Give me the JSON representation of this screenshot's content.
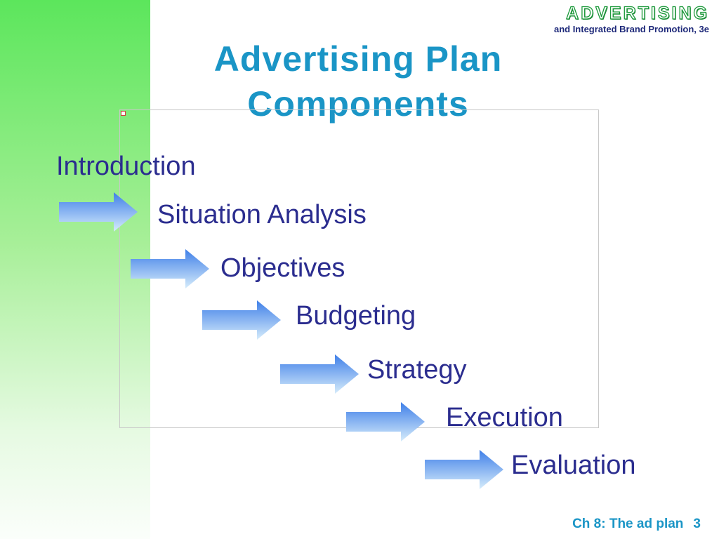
{
  "logo": {
    "word": "ADVERTISING",
    "subtitle": "and Integrated Brand Promotion, 3e"
  },
  "slide": {
    "title_line1": "Advertising Plan",
    "title_line2": "Components",
    "steps": [
      "Introduction",
      "Situation Analysis",
      "Objectives",
      "Budgeting",
      "Strategy",
      "Execution",
      "Evaluation"
    ]
  },
  "footer": {
    "chapter": "Ch 8: The ad plan",
    "page": "3"
  },
  "colors": {
    "title": "#1a95c6",
    "text": "#2b2d8f",
    "band_top": "#5ce65c",
    "arrow": "#3f7fe8"
  }
}
